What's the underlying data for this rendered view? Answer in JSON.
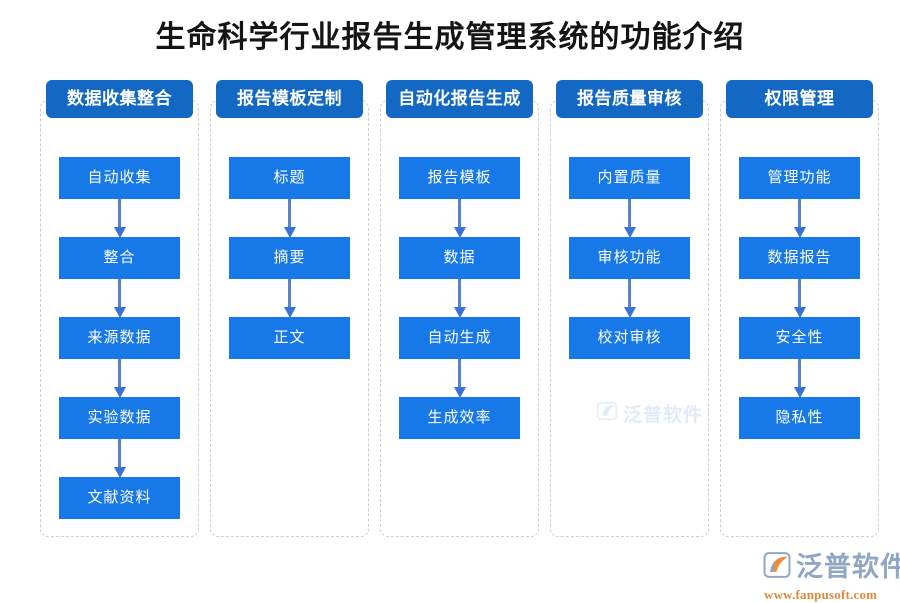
{
  "page": {
    "title": "生命科学行业报告生成管理系统的功能介绍",
    "background_color": "#ffffff",
    "header_color": "#1268c3",
    "node_color": "#1778e8",
    "arrow_color": "#5b82cf",
    "frame_border_color": "#c9cdd4"
  },
  "columns": [
    {
      "header": "数据收集整合",
      "nodes": [
        "自动收集",
        "整合",
        "来源数据",
        "实验数据",
        "文献资料"
      ]
    },
    {
      "header": "报告模板定制",
      "nodes": [
        "标题",
        "摘要",
        "正文"
      ]
    },
    {
      "header": "自动化报告生成",
      "nodes": [
        "报告模板",
        "数据",
        "自动生成",
        "生成效率"
      ]
    },
    {
      "header": "报告质量审核",
      "nodes": [
        "内置质量",
        "审核功能",
        "校对审核"
      ]
    },
    {
      "header": "权限管理",
      "nodes": [
        "管理功能",
        "数据报告",
        "安全性",
        "隐私性"
      ]
    }
  ],
  "watermark": {
    "text": "泛普软件"
  },
  "brand": {
    "name": "泛普软件",
    "url": "www.fanpusoft.com",
    "name_color": "#8fa7c4",
    "url_color": "#e08a3c",
    "mark_orange": "#ef8c3a",
    "mark_gray": "#8fa7c4"
  }
}
